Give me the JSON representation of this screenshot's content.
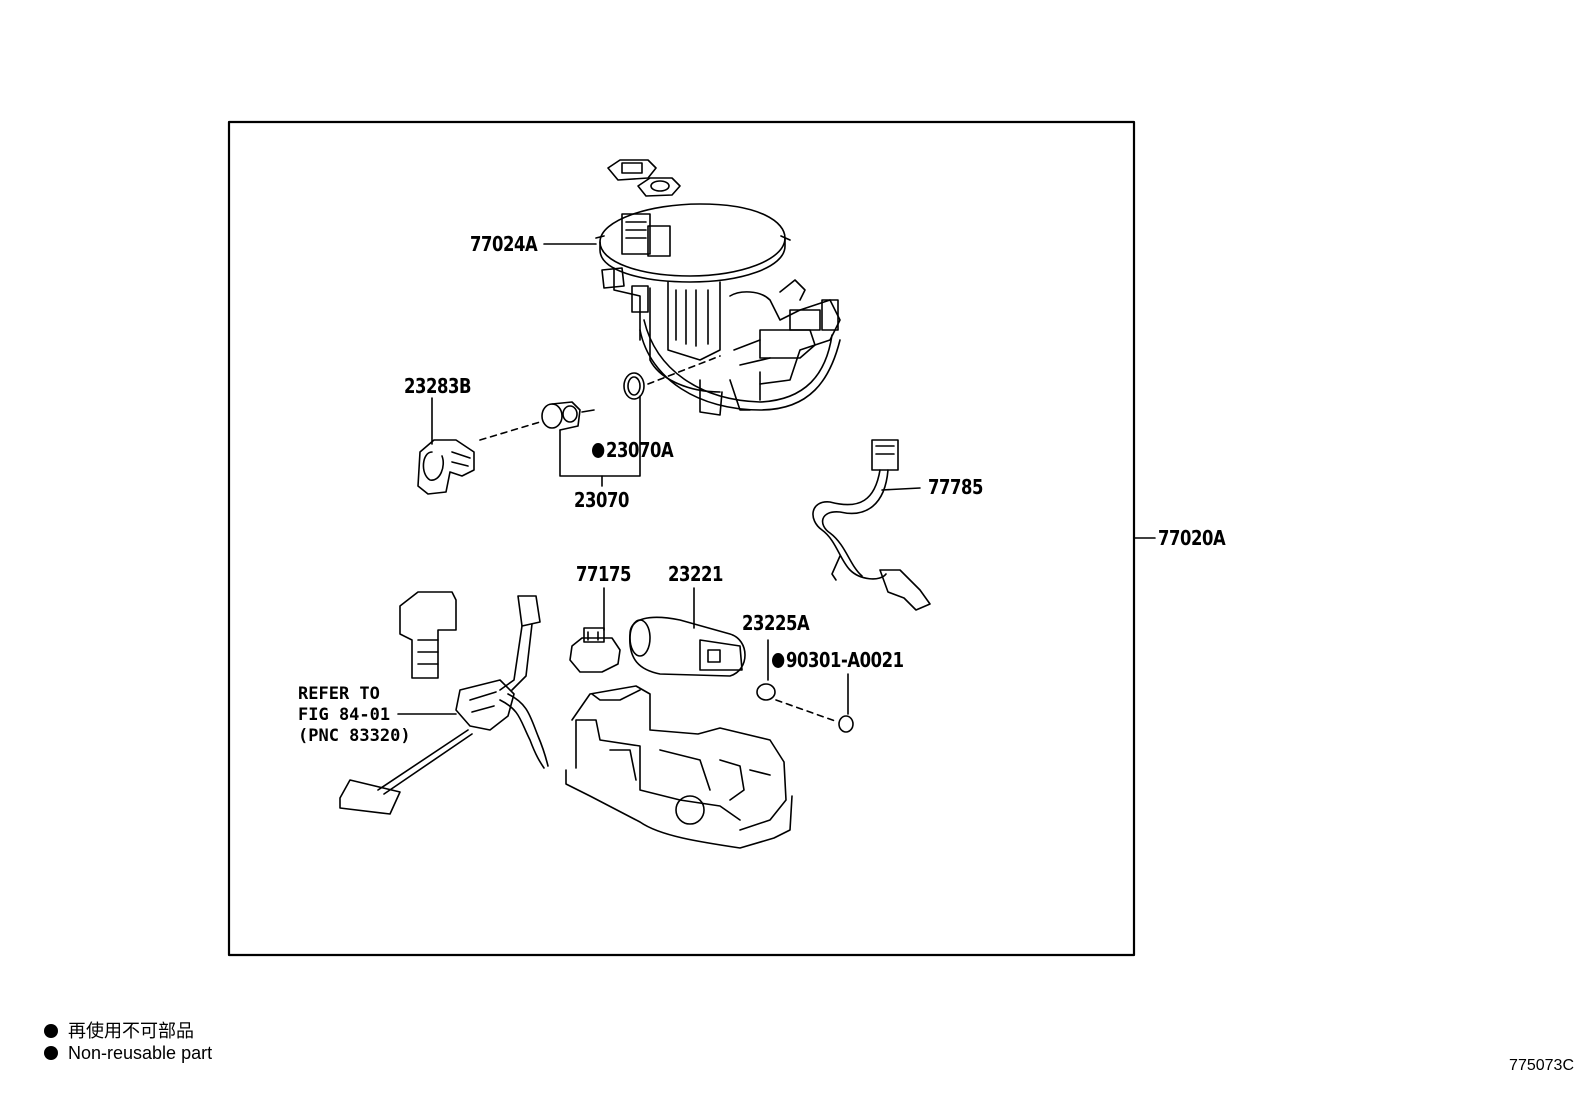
{
  "labels": {
    "p77024A": "77024A",
    "p23283B": "23283B",
    "p23070A": "23070A",
    "p23070": "23070",
    "p77785": "77785",
    "p77020A": "77020A",
    "p77175": "77175",
    "p23221": "23221",
    "p23225A": "23225A",
    "p90301": "90301-A0021"
  },
  "refer": {
    "line1": "REFER TO",
    "line2": "FIG 84-01",
    "line3": "(PNC 83320)"
  },
  "legend": {
    "jp": "再使用不可部品",
    "en": "Non-reusable part"
  },
  "diagram_code": "775073C"
}
